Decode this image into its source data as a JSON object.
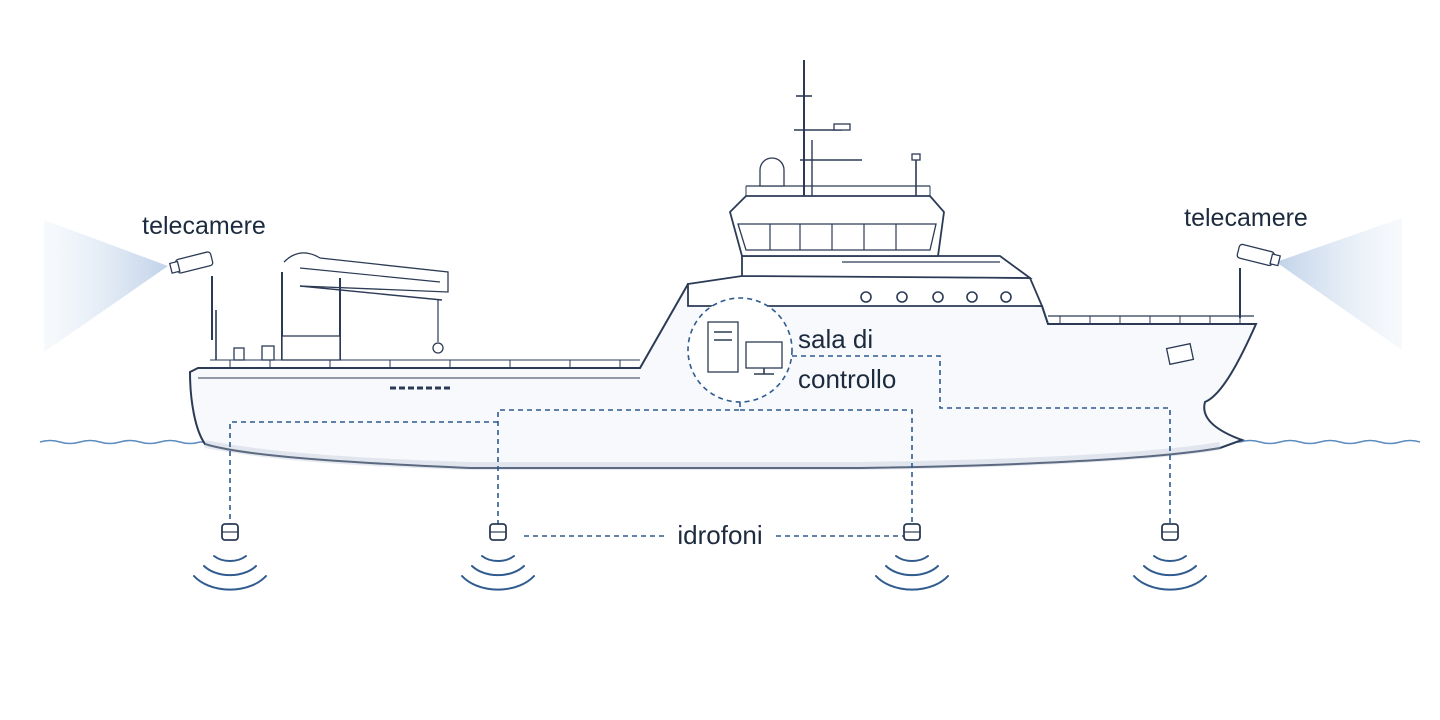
{
  "labels": {
    "camera_left": "telecamere",
    "camera_right": "telecamere",
    "control_room_line1": "sala di",
    "control_room_line2": "controllo",
    "hydrophones": "idrofoni"
  },
  "icons": [
    "camera-icon",
    "computer-tower-icon",
    "monitor-icon",
    "hydrophone-icon",
    "sonar-waves-icon"
  ],
  "colors": {
    "hull_stroke": "#2c3b55",
    "cable_dash": "#2f5b8f",
    "water_line": "#5c8cc0",
    "camera_beam": "#c9d8ea",
    "label_text": "#1d2b3f"
  }
}
